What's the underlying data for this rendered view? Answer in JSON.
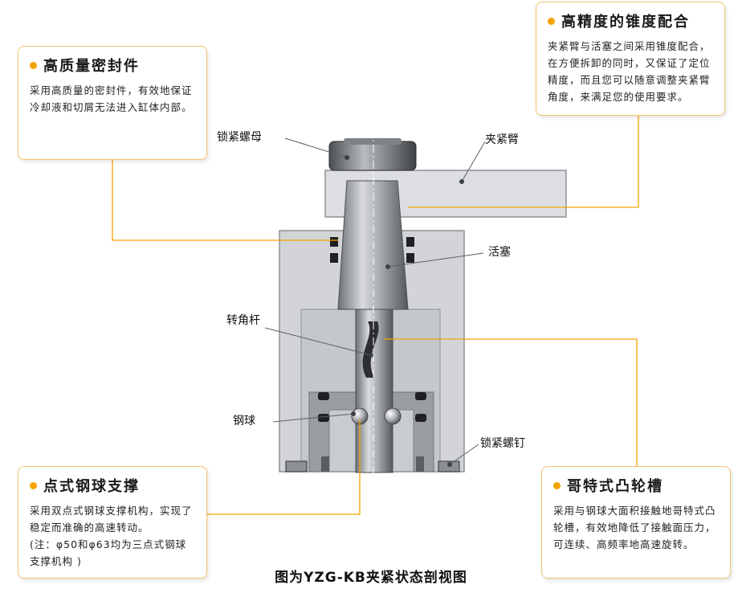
{
  "callouts": {
    "seal": {
      "title": "高质量密封件",
      "body": "采用高质量的密封件，有效地保证冷却液和切屑无法进入缸体内部。"
    },
    "taper": {
      "title": "高精度的锥度配合",
      "body": "夹紧臂与活塞之间采用锥度配合，在方便拆卸的同时，又保证了定位精度，而且您可以随意调整夹紧臂角度，来满足您的使用要求。"
    },
    "ball": {
      "title": "点式钢球支撑",
      "body": "采用双点式钢球支撑机构，实现了稳定而准确的高速转动。",
      "note": "(注：φ50和φ63均为三点式钢球支撑机构 )"
    },
    "cam": {
      "title": "哥特式凸轮槽",
      "body": "采用与钢球大面积接触地哥特式凸轮槽，有效地降低了接触面压力，可连续、高频率地高速旋转。"
    }
  },
  "labels": {
    "lock_nut": "锁紧螺母",
    "clamp_arm": "夹紧臂",
    "piston": "活塞",
    "rotating_rod": "转角杆",
    "steel_ball": "钢球",
    "lock_screw": "锁紧螺钉"
  },
  "caption": "图为YZG-KB夹紧状态剖视图",
  "colors": {
    "accent": "#f5a300",
    "border": "#f5c36b",
    "body_gray": "#d4d6d9",
    "dark_gray": "#3d4045"
  }
}
